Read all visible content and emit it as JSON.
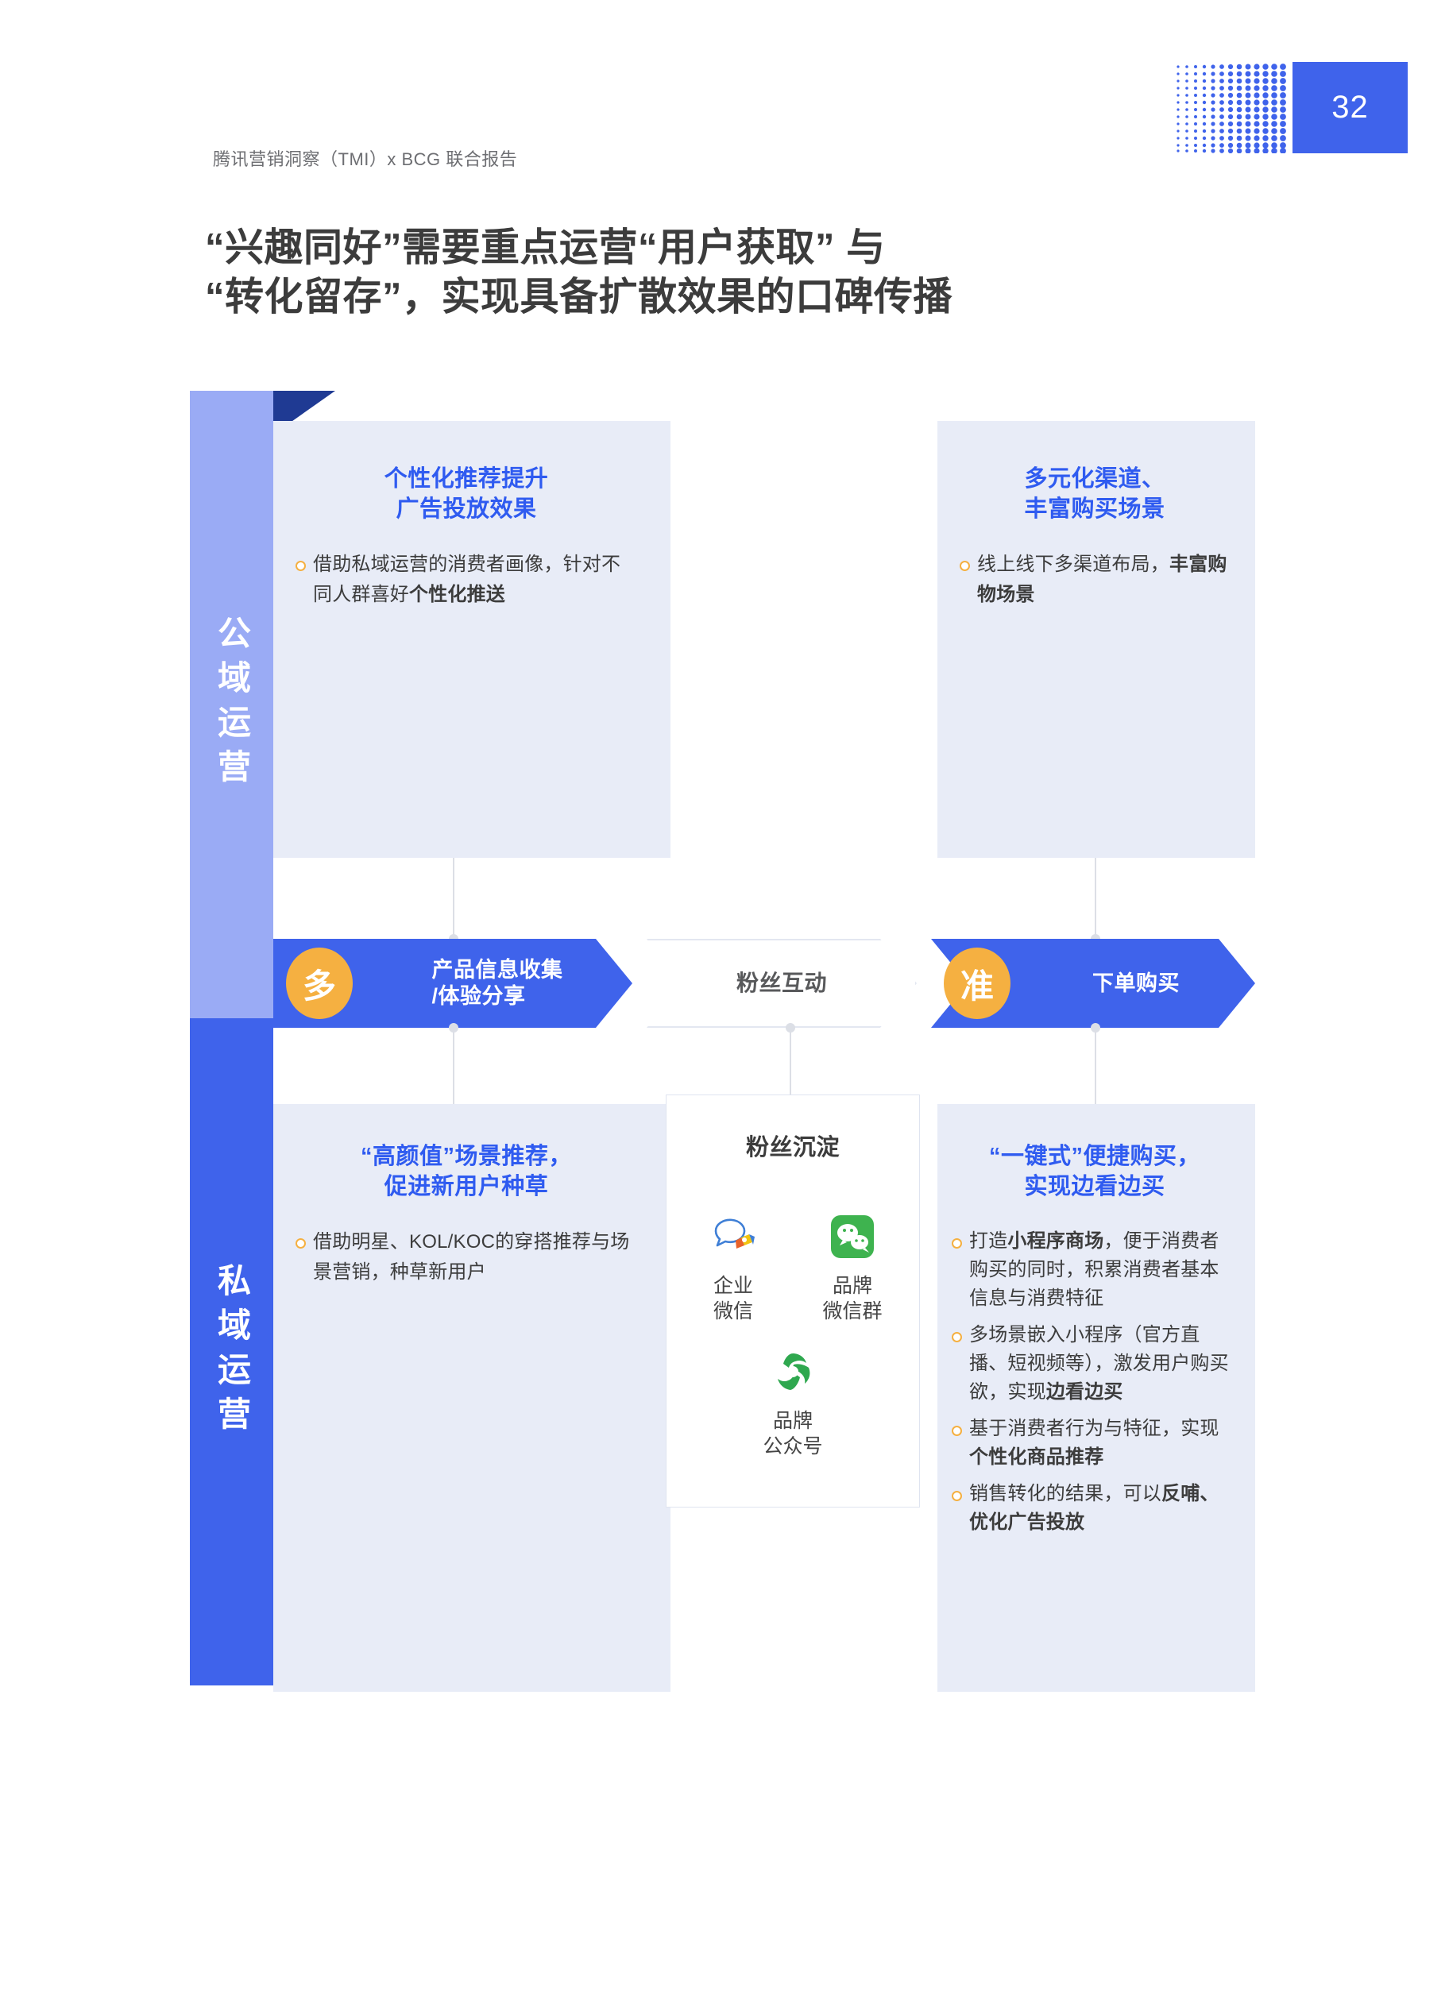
{
  "header": {
    "report_label": "腾讯营销洞察（TMI）x BCG 联合报告",
    "page_number": "32"
  },
  "title": {
    "line1": "“兴趣同好”需要重点运营“用户获取” 与",
    "line2": "“转化留存”，实现具备扩散效果的口碑传播"
  },
  "rails": {
    "public": "公域运营",
    "private": "私域运营"
  },
  "colors": {
    "accent_blue": "#3f63eb",
    "title_blue": "#2f5bf0",
    "rail_public": "#9aabf5",
    "rail_private": "#3f63eb",
    "card_bg": "#e8ecf7",
    "fold_navy": "#21398b",
    "badge_orange": "#f5b041",
    "bullet_orange": "#f5b041",
    "wechat_green": "#3eb34f"
  },
  "cards": {
    "ads": {
      "title_line1": "个性化推荐提升",
      "title_line2": "广告投放效果",
      "bullets": [
        {
          "normal1": "借助私域运营的消费者画像，针对不同人群喜好",
          "bold": "个性化推送",
          "normal2": ""
        }
      ]
    },
    "channel": {
      "title_line1": "多元化渠道、",
      "title_line2": "丰富购买场景",
      "bullets": [
        {
          "normal1": "线上线下多渠道布局，",
          "bold": "丰富购物场景",
          "normal2": ""
        }
      ]
    },
    "scene": {
      "title_line1": "“高颜值”场景推荐，",
      "title_line2": "促进新用户种草",
      "bullets": [
        {
          "normal1": "借助明星、KOL/KOC的穿搭推荐与场景营销，种草新用户",
          "bold": "",
          "normal2": ""
        }
      ]
    },
    "fans": {
      "title_line1": "粉丝沉淀",
      "title_line2": "",
      "icons": [
        {
          "icon": "enterprise-wechat-icon",
          "cap_line1": "企业",
          "cap_line2": "微信"
        },
        {
          "icon": "wechat-group-icon",
          "cap_line1": "品牌",
          "cap_line2": "微信群"
        },
        {
          "icon": "wechat-official-account-icon",
          "cap_line1": "品牌",
          "cap_line2": "公众号"
        }
      ]
    },
    "buy": {
      "title_line1": "“一键式”便捷购买，",
      "title_line2": "实现边看边买",
      "bullets": [
        {
          "normal1": "打造",
          "bold": "小程序商场",
          "normal2": "，便于消费者购买的同时，积累消费者基本信息与消费特征"
        },
        {
          "normal1": "多场景嵌入小程序（官方直播、短视频等），激发用户购买欲，实现",
          "bold": "边看边买",
          "normal2": ""
        },
        {
          "normal1": "基于消费者行为与特征，实现",
          "bold": "个性化商品推荐",
          "normal2": ""
        },
        {
          "normal1": "销售转化的结果，可以",
          "bold": "反哺、优化广告投放",
          "normal2": ""
        }
      ]
    }
  },
  "flow": {
    "steps": [
      {
        "badge": "多",
        "label": "产品信息收集\n/体验分享",
        "style": "blue"
      },
      {
        "badge": "",
        "label": "粉丝互动",
        "style": "white"
      },
      {
        "badge": "准",
        "label": "下单购买",
        "style": "blue"
      }
    ]
  }
}
